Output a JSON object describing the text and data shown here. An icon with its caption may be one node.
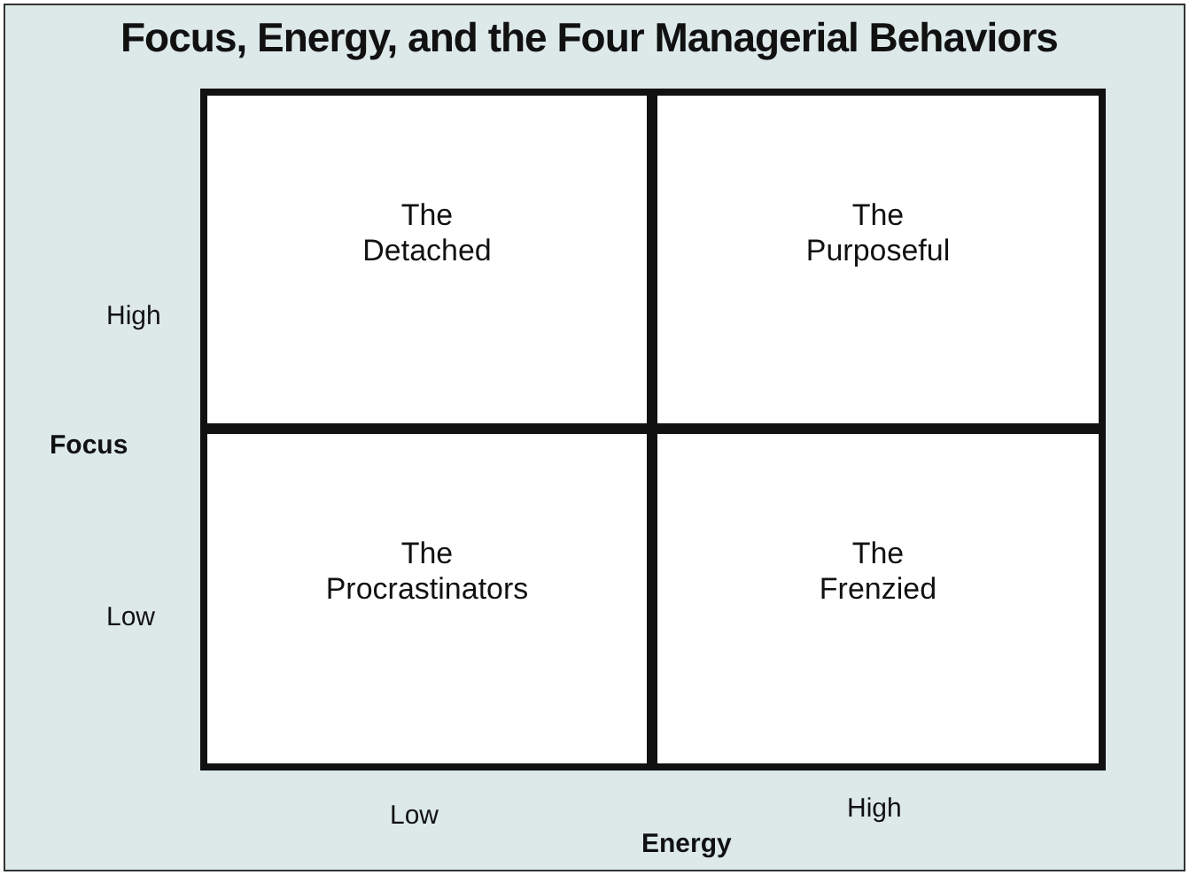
{
  "diagram": {
    "title": "Focus, Energy, and the Four Managerial Behaviors",
    "nodes": [
      {
        "text": [
          "The Detached"
        ]
      },
      {
        "text": [
          "The Purposeful"
        ]
      },
      {
        "text": [
          "The Procrastinators"
        ]
      },
      {
        "text": [
          "The Frenzied"
        ]
      }
    ],
    "labels": [
      "High",
      "Focus",
      "Low",
      "Low",
      "High",
      "Energy"
    ]
  }
}
